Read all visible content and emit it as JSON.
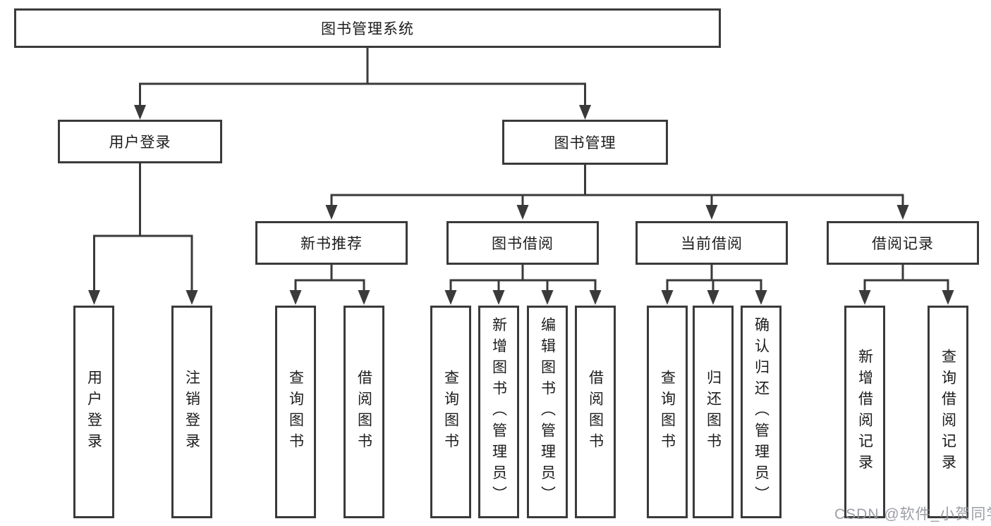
{
  "nodes": {
    "root": {
      "label": "图书管理系统"
    },
    "user_login": {
      "label": "用户登录"
    },
    "book_management": {
      "label": "图书管理"
    },
    "new_book_recommendation": {
      "label": "新书推荐"
    },
    "book_borrowing": {
      "label": "图书借阅"
    },
    "current_borrowing": {
      "label": "当前借阅"
    },
    "borrowing_records": {
      "label": "借阅记录"
    },
    "leaf_user_login": {
      "label": "用户登录"
    },
    "leaf_logout": {
      "label": "注销登录"
    },
    "leaf_query_books_recommend": {
      "label": "查询图书"
    },
    "leaf_borrow_books_recommend": {
      "label": "借阅图书"
    },
    "leaf_query_books_borrow": {
      "label": "查询图书"
    },
    "leaf_add_books_admin": {
      "label": "新增图书（管理员）"
    },
    "leaf_edit_books_admin": {
      "label": "编辑图书（管理员）"
    },
    "leaf_borrow_books_borrow": {
      "label": "借阅图书"
    },
    "leaf_query_books_current": {
      "label": "查询图书"
    },
    "leaf_return_books": {
      "label": "归还图书"
    },
    "leaf_confirm_return_admin": {
      "label": "确认归还（管理员）"
    },
    "leaf_add_borrow_record": {
      "label": "新增借阅记录"
    },
    "leaf_query_borrow_record": {
      "label": "查询借阅记录"
    }
  },
  "watermark": "CSDN @软件_小贺同学",
  "colors": {
    "line": "#3a3a3a",
    "box_border": "#3a3a3a",
    "text": "#1c1c1c",
    "watermark": "#94969e",
    "background": "#ffffff"
  }
}
